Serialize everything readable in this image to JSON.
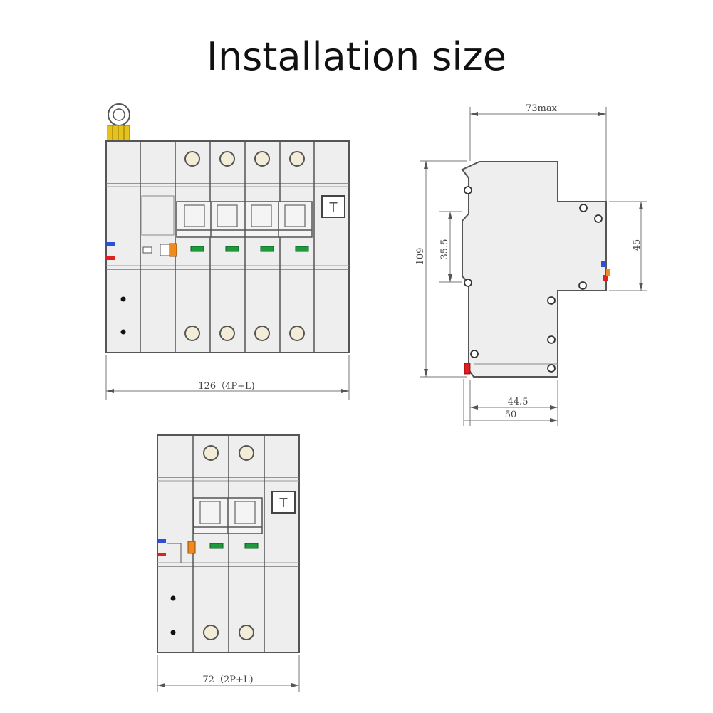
{
  "title": "Installation size",
  "front_4p": {
    "width_label": "126（4P+L)",
    "test_button_symbol": "T"
  },
  "side_view": {
    "top_width_label": "73max",
    "height_label": "109",
    "rail_label": "35.5",
    "front_height_label": "45",
    "depth_label_1": "44.5",
    "depth_label_2": "50"
  },
  "front_2p": {
    "width_label": "72（2P+L)",
    "test_button_symbol": "T"
  },
  "colors": {
    "body_fill": "#eeeeee",
    "outline": "#555555",
    "terminal_fill": "#f3edd8",
    "indicator_green": "#1d9a3a",
    "wire_blue": "#2c4fd6",
    "wire_red": "#e02020",
    "trip_orange": "#f08a1c",
    "connector_yellow": "#e6c21a"
  }
}
